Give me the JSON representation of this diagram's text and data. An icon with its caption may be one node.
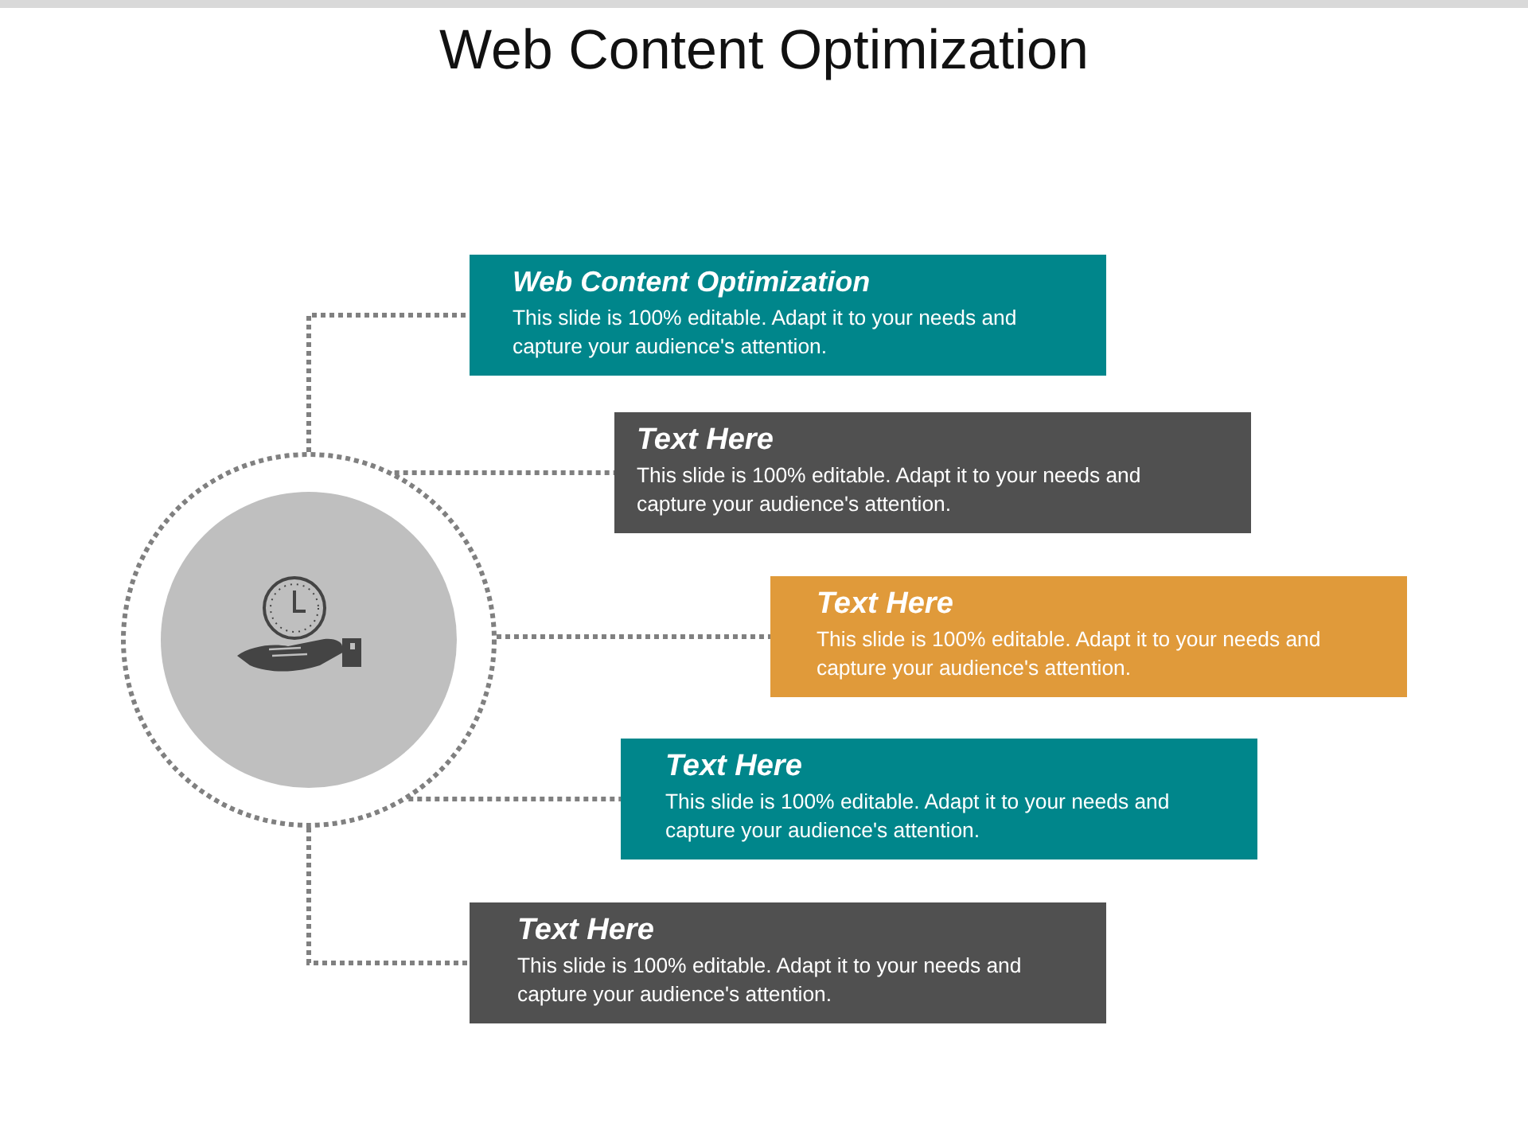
{
  "diagram": {
    "title": "Web Content Optimization",
    "nodes": [
      {
        "text": [],
        "shape": "circle"
      },
      {
        "text": [
          "Web Content Optimization",
          "This slide is 100% editable. Adapt it to your needs and capture your audience's attention."
        ]
      },
      {
        "text": [
          "Text Here",
          "This slide is 100% editable. Adapt it to your needs and capture your audience's attention."
        ]
      },
      {
        "text": [
          "Text Here",
          "This slide is 100% editable. Adapt it to your needs and capture your audience's attention."
        ]
      },
      {
        "text": [
          "Text Here",
          "This slide is 100% editable. Adapt it to your needs and capture your audience's attention."
        ]
      },
      {
        "text": [
          "Text Here",
          "This slide is 100% editable. Adapt it to your needs and capture your audience's attention."
        ]
      }
    ],
    "edges": [
      {
        "from": 0,
        "to": 1,
        "arrow": "none"
      },
      {
        "from": 0,
        "to": 2,
        "arrow": "none"
      },
      {
        "from": 0,
        "to": 3,
        "arrow": "none"
      },
      {
        "from": 0,
        "to": 4,
        "arrow": "none"
      },
      {
        "from": 0,
        "to": 5,
        "arrow": "none"
      }
    ]
  }
}
